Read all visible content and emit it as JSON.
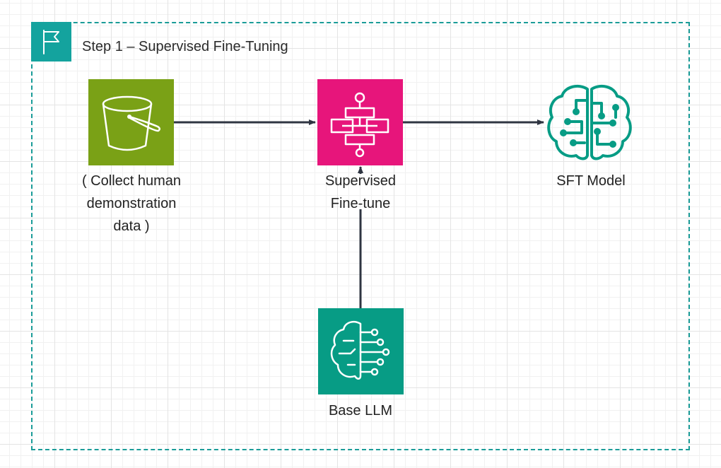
{
  "group": {
    "title": "Step 1 – Supervised Fine-Tuning",
    "icon": "flag-icon",
    "border_color": "#1a9c98"
  },
  "nodes": {
    "data_bucket": {
      "label_lines": [
        "( Collect human",
        "demonstration",
        "data )"
      ],
      "icon": "bucket-icon",
      "color": "#7aa116"
    },
    "fine_tune": {
      "label_lines": [
        "Supervised",
        "Fine-tune"
      ],
      "icon": "workflow-icon",
      "color": "#e7157b"
    },
    "sft_model": {
      "label": "SFT Model",
      "icon": "brain-circuit-icon",
      "color": "#079c85"
    },
    "base_llm": {
      "label": "Base LLM",
      "icon": "brain-circuit-icon",
      "color": "#079c85"
    }
  },
  "edges": [
    {
      "from": "data_bucket",
      "to": "fine_tune"
    },
    {
      "from": "fine_tune",
      "to": "sft_model"
    },
    {
      "from": "base_llm",
      "to": "fine_tune"
    }
  ],
  "colors": {
    "edge": "#2f3542"
  }
}
